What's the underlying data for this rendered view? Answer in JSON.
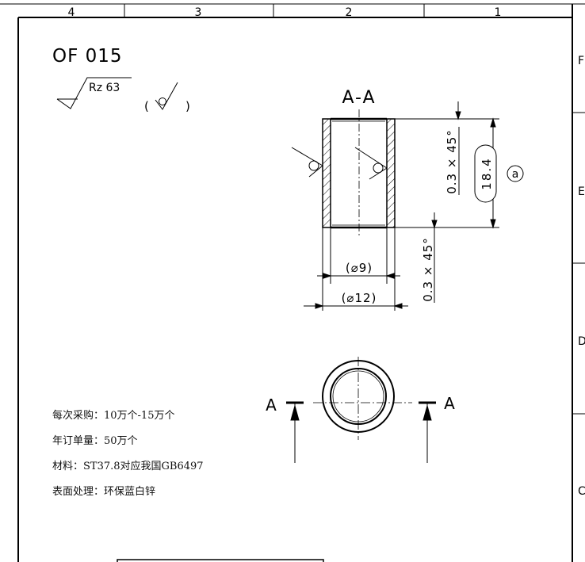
{
  "frame": {
    "col_labels": [
      "4",
      "3",
      "2",
      "1"
    ],
    "row_labels": [
      "F",
      "E",
      "D",
      "C"
    ]
  },
  "part_number": "OF 015",
  "surface": {
    "roughness": "Rz 63",
    "general_open": "(",
    "general_close": ")"
  },
  "section": {
    "label": "A-A",
    "cut_marker": "A"
  },
  "dimensions": {
    "chamfer_top": "0.3 × 45°",
    "chamfer_bottom": "0.3 × 45°",
    "length": "18.4",
    "balloon": "a",
    "inner_diameter": "(⌀9)",
    "outer_diameter": "(⌀12)"
  },
  "notes": [
    "每次采购：10万个-15万个",
    "年订单量：50万个",
    "材料：ST37.8对应我国GB6497",
    "表面处理：环保蓝白锌"
  ]
}
